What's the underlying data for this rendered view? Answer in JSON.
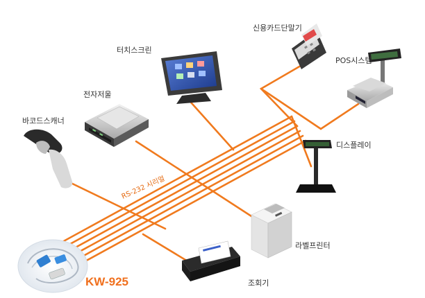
{
  "diagram": {
    "bus_label": "RS-232 시리얼",
    "product_name": "KW-925",
    "devices": {
      "card_terminal": "신용카드단말기",
      "touch_screen": "터치스크린",
      "pos_system": "POS시스템",
      "scale": "전자저울",
      "barcode_scanner": "바코드스캐너",
      "display": "디스플레이",
      "label_printer": "라벨프린터",
      "card_reader": "조회기"
    }
  },
  "colors": {
    "cable": "#f07a1e",
    "label_text": "#333333",
    "accent_text": "#e56a10"
  }
}
